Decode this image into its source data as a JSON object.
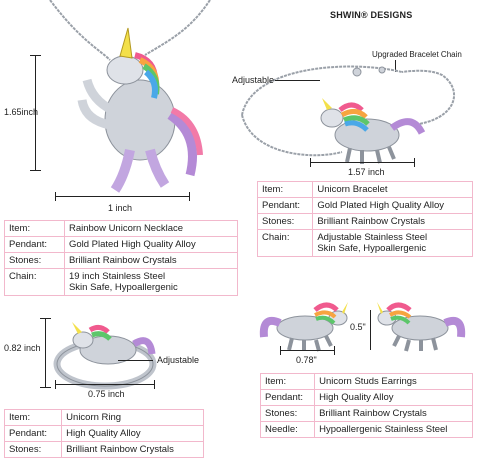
{
  "brand": "SHWIN® DESIGNS",
  "necklace": {
    "height_label": "1.65inch",
    "width_label": "1 inch",
    "specs": [
      {
        "key": "Item:",
        "value": "Rainbow Unicorn Necklace"
      },
      {
        "key": "Pendant:",
        "value": "Gold Plated High Quality Alloy"
      },
      {
        "key": "Stones:",
        "value": "Brilliant Rainbow Crystals"
      },
      {
        "key": "Chain:",
        "value": "19 inch Stainless Steel",
        "value2": "Skin Safe, Hypoallergenic"
      }
    ]
  },
  "bracelet": {
    "chain_note": "Upgraded Bracelet Chain",
    "adjustable_label": "Adjustable",
    "width_label": "1.57 inch",
    "specs": [
      {
        "key": "Item:",
        "value": "Unicorn Bracelet"
      },
      {
        "key": "Pendant:",
        "value": "Gold Plated High Quality Alloy"
      },
      {
        "key": "Stones:",
        "value": "Brilliant Rainbow Crystals"
      },
      {
        "key": "Chain:",
        "value": "Adjustable Stainless Steel",
        "value2": "Skin Safe, Hypoallergenic"
      }
    ]
  },
  "ring": {
    "height_label": "0.82 inch",
    "adjustable_label": "Adjustable",
    "width_label": "0.75 inch",
    "specs": [
      {
        "key": "Item:",
        "value": "Unicorn Ring"
      },
      {
        "key": "Pendant:",
        "value": "High Quality Alloy"
      },
      {
        "key": "Stones:",
        "value": "Brilliant Rainbow Crystals"
      }
    ]
  },
  "earrings": {
    "height_label": "0.5\"",
    "width_label": "0.78\"",
    "specs": [
      {
        "key": "Item:",
        "value": "Unicorn Studs Earrings"
      },
      {
        "key": "Pendant:",
        "value": "High Quality Alloy"
      },
      {
        "key": "Stones:",
        "value": "Brilliant Rainbow Crystals"
      },
      {
        "key": "Needle:",
        "value": "Hypoallergenic Stainless Steel"
      }
    ]
  },
  "colors": {
    "table_border": "#f2b8cc",
    "silver": "#cfd3da",
    "purple": "#b48ad6",
    "pink": "#f27aa8",
    "rainbow": [
      "#f05a8e",
      "#f7a440",
      "#f3e04a",
      "#5cc66a",
      "#4aa8e8",
      "#7b5cd6"
    ]
  }
}
